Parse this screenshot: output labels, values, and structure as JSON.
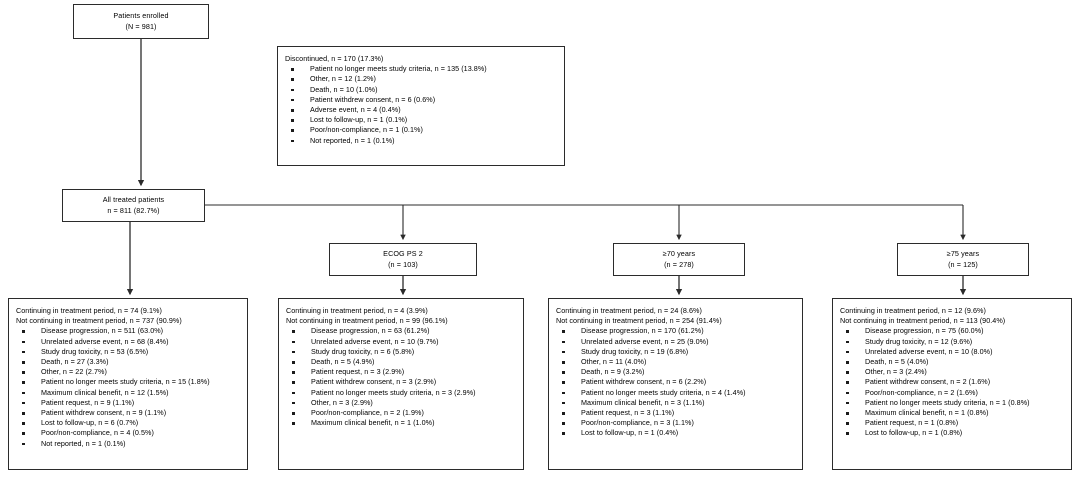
{
  "diagram": {
    "title": "Patient disposition flow diagram",
    "line_color": "#2b2b2b",
    "box_fill": "#ffffff",
    "text_color": "#000000"
  },
  "nodes": {
    "enrolled": {
      "label": "Patients enrolled",
      "count": "(N = 981)"
    },
    "discontinued": {
      "header": "Discontinued, n = 170 (17.3%)",
      "items": [
        "Patient no longer meets study criteria, n = 135 (13.8%)",
        "Other, n = 12 (1.2%)",
        "Death, n = 10 (1.0%)",
        "Patient withdrew consent, n = 6 (0.6%)",
        "Adverse event, n = 4 (0.4%)",
        "Lost to follow-up, n = 1 (0.1%)",
        "Poor/non-compliance, n = 1 (0.1%)",
        "Not reported, n = 1 (0.1%)"
      ]
    },
    "all_treated": {
      "label": "All treated patients",
      "count": "n = 811 (82.7%)"
    },
    "ecog": {
      "label": "ECOG PS 2",
      "count": "(n = 103)"
    },
    "age70": {
      "label": "≥70 years",
      "count": "(n = 278)"
    },
    "age75": {
      "label": "≥75 years",
      "count": "(n = 125)"
    },
    "outcomes_all": {
      "header1": "Continuing in treatment period, n = 74 (9.1%)",
      "header2": "Not continuing in treatment period, n = 737 (90.9%)",
      "items": [
        "Disease progression, n = 511 (63.0%)",
        "Unrelated adverse event, n = 68 (8.4%)",
        "Study drug toxicity, n = 53 (6.5%)",
        "Death, n = 27 (3.3%)",
        "Other, n = 22 (2.7%)",
        "Patient no longer meets study criteria, n = 15 (1.8%)",
        "Maximum clinical benefit, n = 12 (1.5%)",
        "Patient request, n = 9 (1.1%)",
        "Patient withdrew consent, n = 9 (1.1%)",
        "Lost to follow-up, n = 6 (0.7%)",
        "Poor/non-compliance, n = 4 (0.5%)",
        "Not reported, n = 1 (0.1%)"
      ]
    },
    "outcomes_ecog": {
      "header1": "Continuing in treatment period, n = 4 (3.9%)",
      "header2": "Not continuing in treatment period, n = 99 (96.1%)",
      "items": [
        "Disease progression, n = 63 (61.2%)",
        "Unrelated adverse event, n = 10 (9.7%)",
        "Study drug toxicity, n = 6 (5.8%)",
        "Death, n = 5 (4.9%)",
        "Patient request, n = 3 (2.9%)",
        "Patient withdrew consent, n = 3 (2.9%)",
        "Patient no longer meets study criteria, n = 3 (2.9%)",
        "Other, n = 3 (2.9%)",
        "Poor/non-compliance, n = 2 (1.9%)",
        "Maximum clinical benefit, n = 1 (1.0%)"
      ]
    },
    "outcomes_70": {
      "header1": "Continuing in treatment period, n = 24 (8.6%)",
      "header2": "Not continuing in treatment period, n = 254 (91.4%)",
      "items": [
        "Disease progression, n = 170 (61.2%)",
        "Unrelated adverse event, n = 25 (9.0%)",
        "Study drug toxicity, n = 19 (6.8%)",
        "Other, n = 11 (4.0%)",
        "Death, n = 9 (3.2%)",
        "Patient withdrew consent, n = 6 (2.2%)",
        "Patient no longer meets study criteria, n = 4 (1.4%)",
        "Maximum clinical benefit, n = 3 (1.1%)",
        "Patient request, n = 3 (1.1%)",
        "Poor/non-compliance, n = 3 (1.1%)",
        "Lost to follow-up, n = 1 (0.4%)"
      ]
    },
    "outcomes_75": {
      "header1": "Continuing in treatment period, n = 12 (9.6%)",
      "header2": "Not continuing in treatment period, n = 113 (90.4%)",
      "items": [
        "Disease progression, n = 75 (60.0%)",
        "Study drug toxicity, n = 12 (9.6%)",
        "Unrelated adverse event, n = 10 (8.0%)",
        "Death, n = 5 (4.0%)",
        "Other, n = 3 (2.4%)",
        "Patient withdrew consent, n = 2 (1.6%)",
        "Poor/non-compliance, n = 2 (1.6%)",
        "Patient no longer meets study criteria, n = 1 (0.8%)",
        "Maximum clinical benefit, n = 1 (0.8%)",
        "Patient request, n = 1 (0.8%)",
        "Lost to follow-up, n = 1 (0.8%)"
      ]
    }
  }
}
